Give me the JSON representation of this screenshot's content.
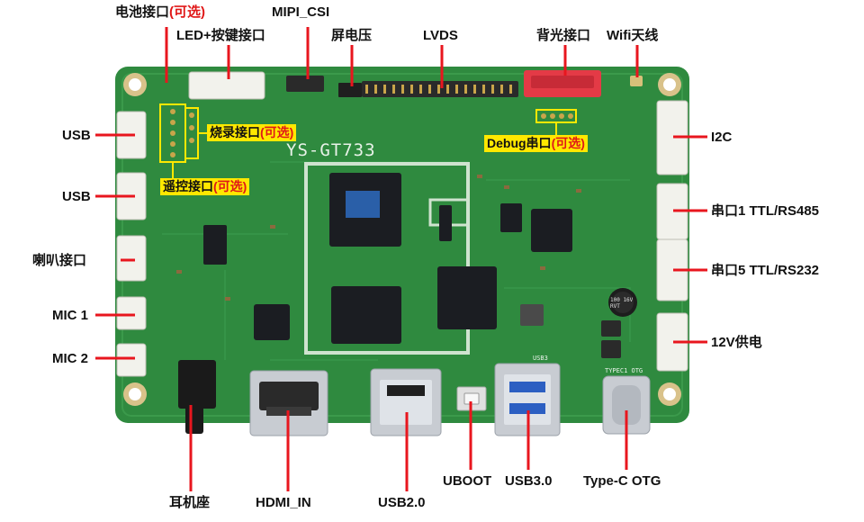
{
  "labels": {
    "battery": "电池接口",
    "battery_opt": "(可选)",
    "led_keys": "LED+按键接口",
    "mipi": "MIPI_CSI",
    "screen_voltage": "屏电压",
    "lvds": "LVDS",
    "backlight": "背光接口",
    "wifi": "Wifi天线",
    "usb_1": "USB",
    "usb_2": "USB",
    "speaker": "喇叭接口",
    "mic1": "MIC 1",
    "mic2": "MIC 2",
    "burn": "烧录接口",
    "burn_opt": "(可选)",
    "remote": "遥控接口",
    "remote_opt": "(可选)",
    "debug": "Debug串口",
    "debug_opt": "(可选)",
    "i2c": "I2C",
    "uart1": "串口1  TTL/RS485",
    "uart5": "串口5  TTL/RS232",
    "power": "12V供电",
    "headphone": "耳机座",
    "hdmi": "HDMI_IN",
    "usb20": "USB2.0",
    "uboot": "UBOOT",
    "usb30": "USB3.0",
    "typec": "Type-C OTG"
  },
  "board": {
    "model_silk": "YS-GT733",
    "typec_silk": "TYPEC1 OTG",
    "usb3_silk": "USB3",
    "cap_text": "100 16V RVT"
  },
  "colors": {
    "pcb": "#2f8a3f",
    "pcb_dark": "#236d31",
    "leader": "#e8161e",
    "highlight": "#ffe800",
    "chip": "#1b1d22",
    "connector": "#f2f2ec",
    "red_connector": "#e43a46",
    "gold": "#c9a54a",
    "silver": "#c8ccd2"
  }
}
